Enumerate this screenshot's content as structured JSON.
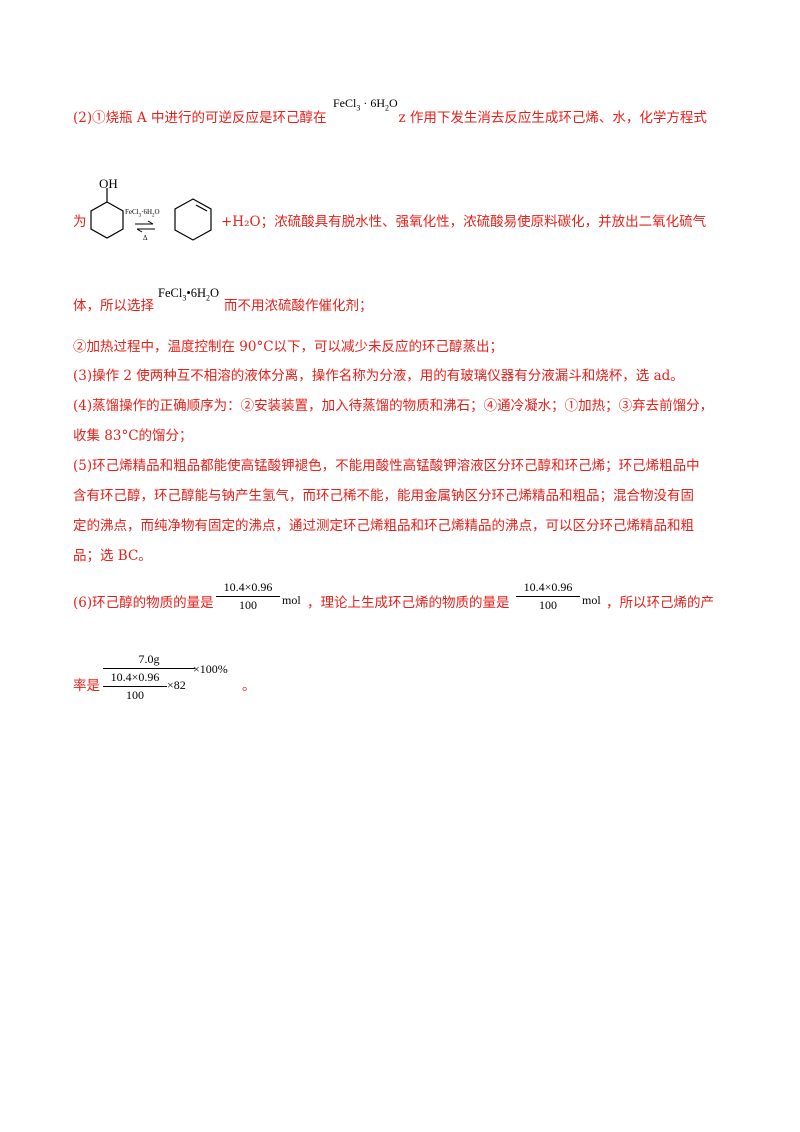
{
  "p2": {
    "line1a": "(2)①烧瓶 A 中进行的可逆反应是环己醇在",
    "line1b": "z 作用下发生消去反应生成环己烯、水，化学方程式",
    "catalyst": "FeCl",
    "catalyst_rest": " · 6H",
    "catalyst_end": "O",
    "line2a": "为",
    "reagent_label": "OH",
    "arrow_top": "FeCl",
    "arrow_top_rest": "·6H",
    "arrow_top_end": "O",
    "arrow_bottom": "Δ",
    "line2b": "+H₂O；浓硫酸具有脱水性、强氧化性，浓硫酸易使原料碳化，并放出二氧化硫气",
    "line3a": "体，所以选择",
    "catalyst2": "FeCl",
    "catalyst2_rest": "•6H",
    "catalyst2_end": "O",
    "line3b": "而不用浓硫酸作催化剂；",
    "line4": "②加热过程中，温度控制在 90°C以下，可以减少未反应的环己醇蒸出；"
  },
  "p3": "(3)操作 2 使两种互不相溶的液体分离，操作名称为分液，用的有玻璃仪器有分液漏斗和烧杯，选 ad。",
  "p4": {
    "line1": "(4)蒸馏操作的正确顺序为：②安装装置，加入待蒸馏的物质和沸石；④通冷凝水；①加热；③弃去前馏分，",
    "line2": "收集 83°C的馏分；"
  },
  "p5": {
    "line1": "(5)环己烯精品和粗品都能使高锰酸钾褪色，不能用酸性高锰酸钾溶液区分环己醇和环己烯；环己烯粗品中",
    "line2": "含有环己醇，环己醇能与钠产生氢气，而环己稀不能，能用金属钠区分环己烯精品和粗品；混合物没有固",
    "line3": "定的沸点，而纯净物有固定的沸点，通过测定环己烯粗品和环己烯精品的沸点，可以区分环己烯精品和粗",
    "line4": "品；选 BC。"
  },
  "p6": {
    "line1a": "(6)环己醇的物质的量是",
    "frac1_num": "10.4×0.96",
    "frac1_den": "100",
    "unit1": "mol",
    "line1b": "，理论上生成环己烯的物质的量是",
    "frac2_num": "10.4×0.96",
    "frac2_den": "100",
    "unit2": "mol",
    "line1c": "，所以环己烯的产",
    "line2a": "率是",
    "yield_num": "7.0g",
    "yield_den_num": "10.4×0.96",
    "yield_den_den": "100",
    "yield_den_mult": "×82",
    "yield_mult": "×100%",
    "line2b": "。"
  }
}
